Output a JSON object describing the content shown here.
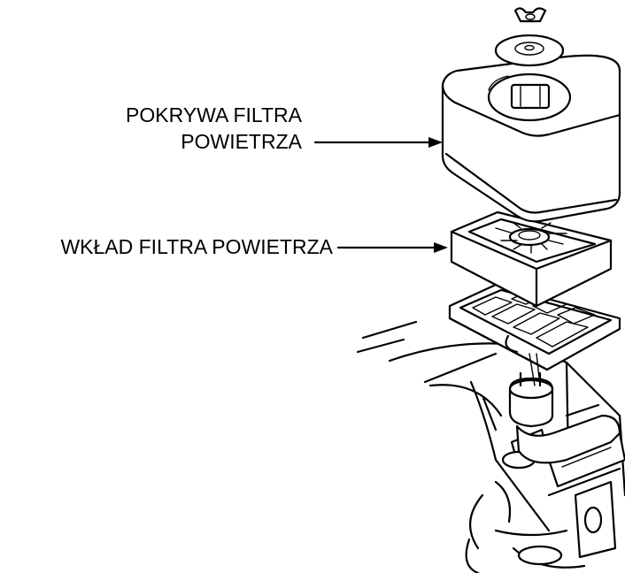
{
  "labels": {
    "cover_line1": "POKRYWA FILTRA",
    "cover_line2": "POWIETRZA",
    "element": "WKŁAD FILTRA POWIETRZA"
  },
  "colors": {
    "line": "#000000",
    "background": "#ffffff"
  }
}
